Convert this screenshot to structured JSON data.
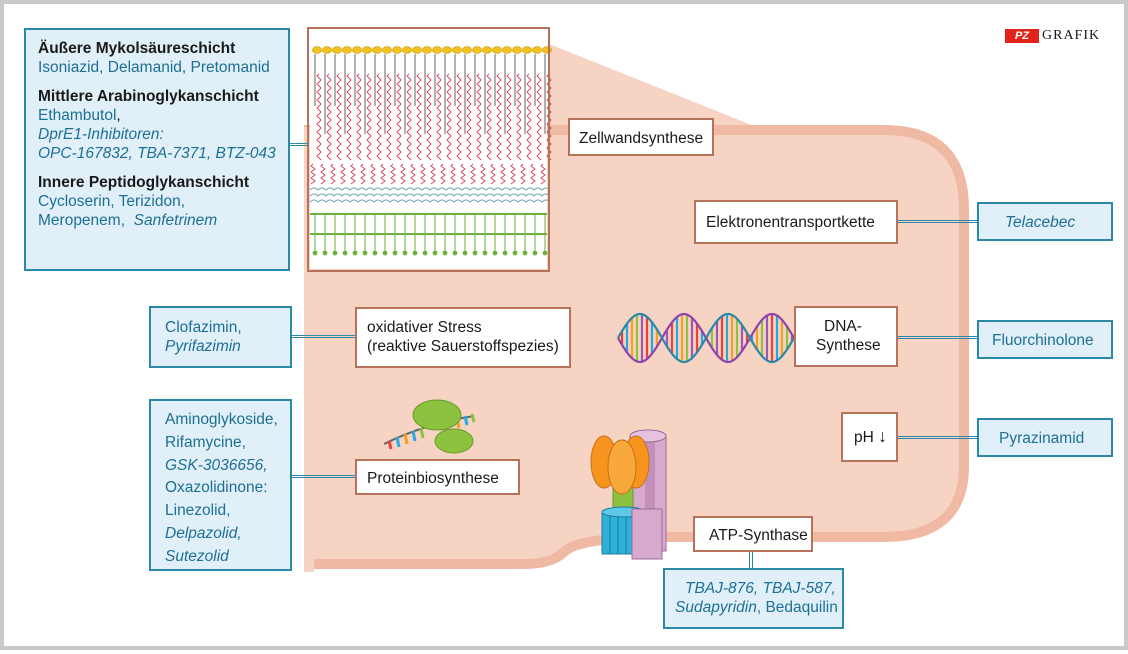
{
  "logo": {
    "badge": "PZ",
    "word": "GRAFIK"
  },
  "cellwall_box": {
    "outer_title": "Äußere Mykolsäureschicht",
    "outer_drugs": "Isoniazid, Delamanid, Pretomanid",
    "middle_title": "Mittlere Arabinoglykanschicht",
    "middle_drug1": "Ethambutol",
    "middle_drug1_comma": ",",
    "middle_drug2": "DprE1-Inhibitoren:",
    "middle_drug3": "OPC-167832, TBA-7371, BTZ-043",
    "inner_title": "Innere Peptidoglykanschicht",
    "inner_drugs1": "Cycloserin, Terizidon,",
    "inner_drugs2a": "Meropenem,",
    "inner_drugs2b": "Sanfetrinem"
  },
  "targets": {
    "zellwand": "Zellwandsynthese",
    "etc": "Elektronentransportkette",
    "oxstress_1": "oxidativer Stress",
    "oxstress_2": "(reaktive Sauerstoffspezies)",
    "dna_1": "DNA-",
    "dna_2": "Synthese",
    "ph": "pH",
    "ph_arrow": "↓",
    "protein": "Proteinbiosynthese",
    "atp": "ATP-Synthase"
  },
  "drugs": {
    "telacebec": "Telacebec",
    "clofazimin": "Clofazimin,",
    "pyrifazimin": "Pyrifazimin",
    "fluorchinolone": "Fluorchinolone",
    "pyrazinamid": "Pyrazinamid",
    "amino_1": "Aminoglykoside,",
    "amino_2": "Rifamycine,",
    "amino_3": "GSK-3036656,",
    "amino_4": "Oxazolidinone:",
    "amino_5": "Linezolid,",
    "amino_6": "Delpazolid,",
    "amino_7": "Sutezolid",
    "atp_1": "TBAJ-876, TBAJ-587,",
    "atp_2a": "Sudapyridin",
    "atp_2b": ", Bedaquilin"
  },
  "colors": {
    "cell_fill": "#f7d3c4",
    "cell_border": "#efb9a4",
    "drug_fill": "#e1f0f8",
    "drug_border": "#2a88a9",
    "drug_text": "#1c6f95",
    "target_border": "#b4735a",
    "logo_red": "#e2231a"
  },
  "icons": [
    "membrane-icon",
    "dna-helix-icon",
    "ribosome-icon",
    "atp-synthase-icon"
  ]
}
